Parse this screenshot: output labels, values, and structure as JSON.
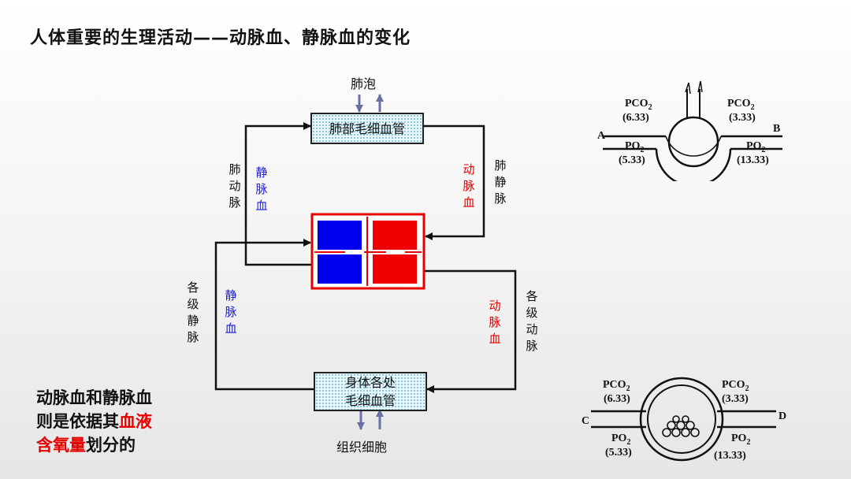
{
  "title": "人体重要的生理活动——动脉血、静脉血的变化",
  "labels": {
    "alveoli": "肺泡",
    "lung_capillary": "肺部毛细血管",
    "pulmonary_artery": "肺动脉",
    "pulmonary_artery_blood": "静脉血",
    "pulmonary_vein": "肺静脉",
    "pulmonary_vein_blood": "动脉血",
    "systemic_veins": "各级静脉",
    "systemic_veins_blood": "静脉血",
    "systemic_arteries": "各级动脉",
    "systemic_arteries_blood": "动脉血",
    "body_capillary_line1": "身体各处",
    "body_capillary_line2": "毛细血管",
    "tissue_cells": "组织细胞"
  },
  "note": {
    "line1": "动脉血和静脉血",
    "line2_black": "则是依据其",
    "line2_red": "血液",
    "line3_red": "含氧量",
    "line3_black": "划分的"
  },
  "capillary_top": {
    "pco2": "PCO",
    "sub2": "2",
    "left_pco2": "(6.33)",
    "right_pco2": "(3.33)",
    "po2": "PO",
    "left_po2": "(5.33)",
    "right_po2": "(13.33)",
    "end_left": "A",
    "end_right": "B"
  },
  "capillary_bottom": {
    "pco2": "PCO",
    "sub2": "2",
    "left_pco2": "(6.33)",
    "right_pco2": "(3.33)",
    "po2": "PO",
    "left_po2": "(5.33)",
    "right_po2": "(13.33)",
    "end_left": "C",
    "end_right": "D"
  },
  "colors": {
    "venous": "#0000ee",
    "arterial": "#ee0000",
    "arrow_gas": "#6b6fa8"
  }
}
